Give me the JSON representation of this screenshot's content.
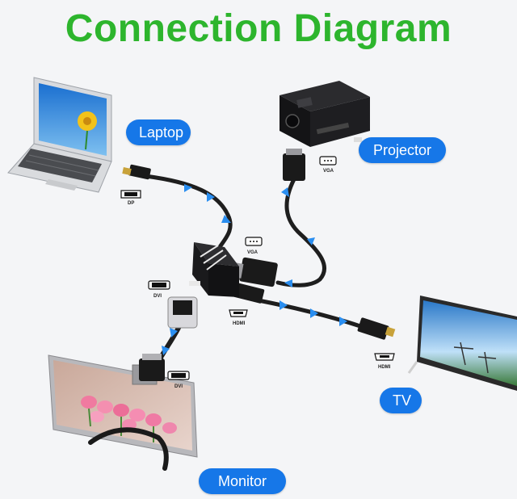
{
  "title": "Connection Diagram",
  "labels": {
    "laptop": "Laptop",
    "projector": "Projector",
    "tv": "TV",
    "monitor": "Monitor"
  },
  "ports": {
    "dp": "DP",
    "vga_hub": "VGA",
    "vga_projector": "VGA",
    "dvi_hub": "DVI",
    "dvi_monitor": "DVI",
    "hdmi_hub": "HDMI",
    "hdmi_tv": "HDMI"
  },
  "colors": {
    "title": "#2db52d",
    "label_bg": "#1677e8",
    "cable": "#1e1e1e",
    "arrow": "#2a8ef0"
  }
}
